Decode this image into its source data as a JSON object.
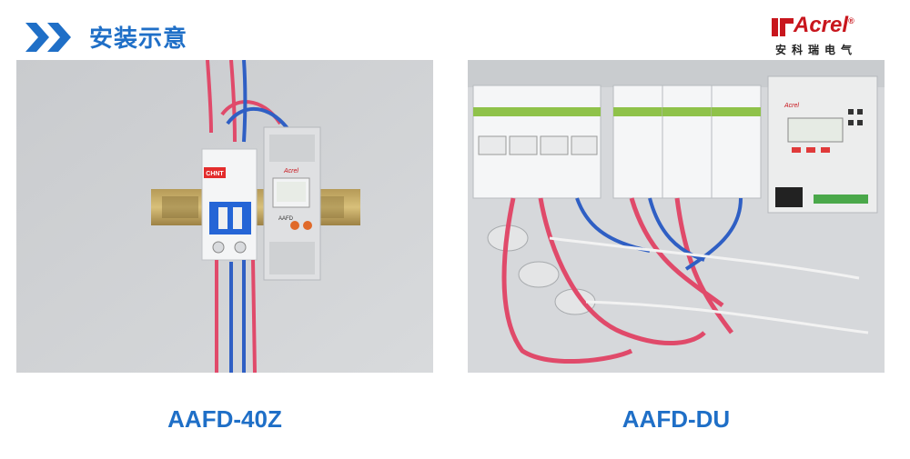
{
  "header": {
    "title": "安装示意"
  },
  "brand": {
    "name": "Acrel",
    "reg_mark": "®",
    "chinese": "安科瑞电气",
    "color": "#c8161d"
  },
  "left_panel": {
    "caption": "AAFD-40Z",
    "breaker_brand": "CHNT",
    "device_label": "AAFD",
    "device_brand": "Acrel"
  },
  "right_panel": {
    "caption": "AAFD-DU",
    "device_brand": "Acrel"
  },
  "colors": {
    "accent": "#1f6fc7",
    "wire_red": "#e04a6a",
    "wire_blue": "#2f5fc4"
  }
}
